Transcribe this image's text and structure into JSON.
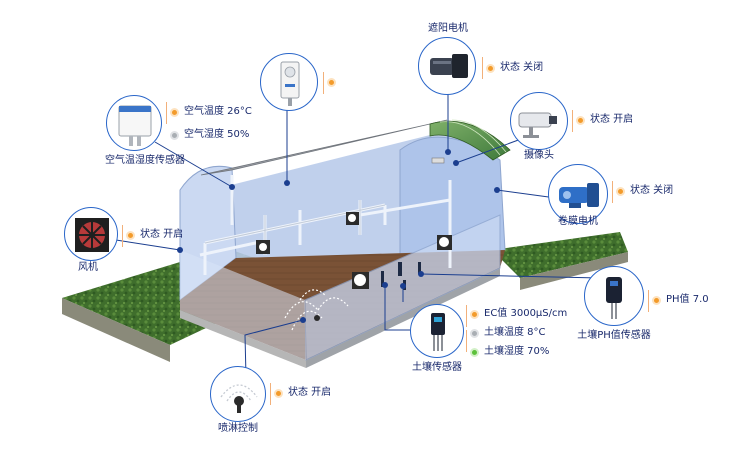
{
  "labels": {
    "shade_motor": "遮阳电机",
    "camera": "摄像头",
    "film_motor": "卷膜电机",
    "air_sensor": "空气温湿度传感器",
    "fan": "风机",
    "soil_sensor": "土壤传感器",
    "ph_sensor": "土壤PH值传感器",
    "sprinkler": "喷淋控制"
  },
  "readings": {
    "shade_motor_status": "状态 关闭",
    "camera_status": "状态 开启",
    "film_motor_status": "状态 关闭",
    "air_temp": "空气温度 26°C",
    "air_humidity": "空气湿度 50%",
    "fan_status": "状态 开启",
    "ec_value": "EC值 3000μS/cm",
    "soil_temp": "土壤温度 8°C",
    "soil_humidity": "土壤湿度 70%",
    "ph_value": "PH值 7.0",
    "sprinkler_status": "状态 开启"
  },
  "colors": {
    "accent_blue": "#2a66c9",
    "label_text": "#1a2a6c",
    "status_orange": "#f39b2b",
    "status_gray": "#a9aeb3",
    "status_green": "#5cc13b",
    "grass": "#3f6e2c",
    "soil": "#7a5236"
  },
  "icons": {
    "shade_motor": "shade-motor-icon",
    "camera": "camera-icon",
    "film_motor": "film-motor-icon",
    "air_sensor": "air-sensor-icon",
    "light_sensor": "light-sensor-icon",
    "fan": "fan-icon",
    "soil_sensor": "soil-sensor-icon",
    "ph_sensor": "ph-sensor-icon",
    "sprinkler": "sprinkler-icon"
  }
}
